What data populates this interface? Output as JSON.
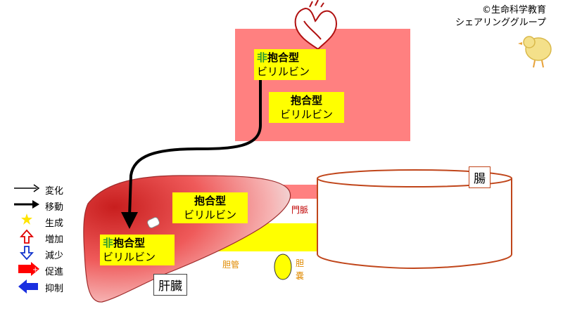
{
  "copyright": {
    "line1": "©生命科学教育",
    "line2": "シェアリンググループ"
  },
  "labels": {
    "unconj_top": {
      "prefix": "非",
      "main": "抱合型",
      "sub": "ビリルビン"
    },
    "conj_top": {
      "main": "抱合型",
      "sub": "ビリルビン"
    },
    "conj_liver": {
      "main": "抱合型",
      "sub": "ビリルビン"
    },
    "unconj_liver": {
      "prefix": "非",
      "main": "抱合型",
      "sub": "ビリルビン"
    }
  },
  "organs": {
    "intestine": "腸",
    "liver": "肝臓",
    "portal_vein": "門脈",
    "bile_duct": "胆管",
    "gallbladder": "胆\n嚢"
  },
  "legend": [
    {
      "icon": "thin-arrow-icon",
      "label": "変化"
    },
    {
      "icon": "thick-arrow-icon",
      "label": "移動"
    },
    {
      "icon": "star-icon",
      "label": "生成"
    },
    {
      "icon": "up-arrow-icon",
      "label": "増加"
    },
    {
      "icon": "down-arrow-icon",
      "label": "減少"
    },
    {
      "icon": "promote-arrow-icon",
      "label": "促進"
    },
    {
      "icon": "inhibit-arrow-icon",
      "label": "抑制"
    }
  ],
  "colors": {
    "blood": "#ff8080",
    "liver_dark": "#cc2b2b",
    "yellow": "#ffff00",
    "intestine_stroke": "#c0451a",
    "label_orange": "#e08a00",
    "portal_red": "#c00000"
  }
}
